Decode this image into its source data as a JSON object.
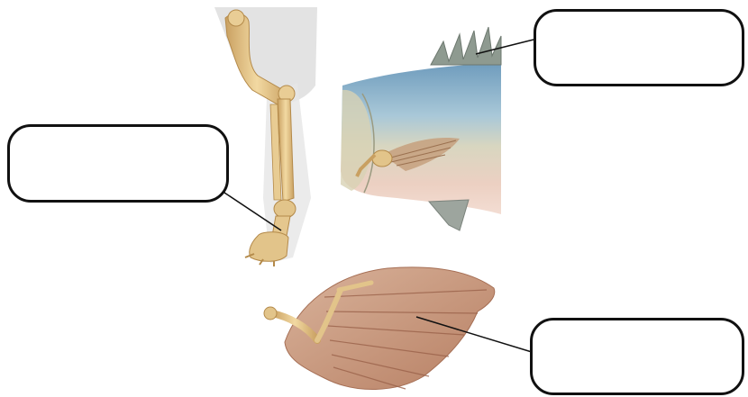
{
  "labels": [
    {
      "id": "dorsal-fin",
      "text": ""
    },
    {
      "id": "dog-leg",
      "text": ""
    },
    {
      "id": "bird-wing",
      "text": ""
    }
  ],
  "colors": {
    "bone": "#e2c48a",
    "fish_back": "#8fb6cf",
    "fish_belly": "#e9c7b6",
    "feather": "#c4957a",
    "leader_line": "#111111"
  },
  "icons": [
    "dog-forelimb-illustration",
    "fish-illustration",
    "bird-wing-illustration"
  ]
}
